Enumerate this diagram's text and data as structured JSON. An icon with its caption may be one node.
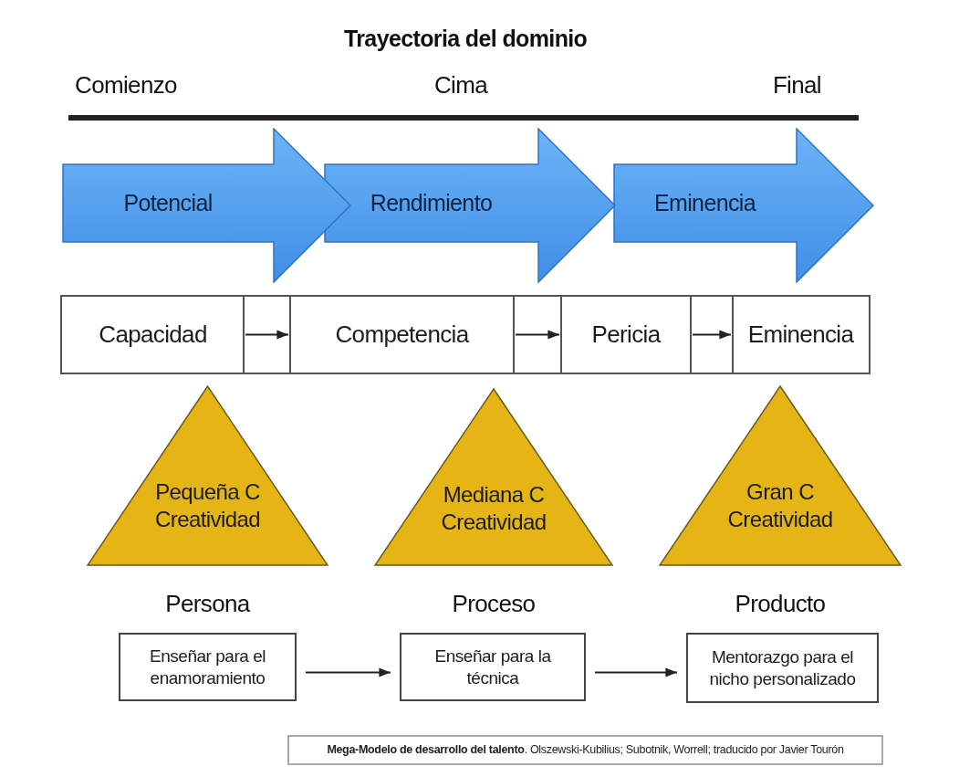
{
  "diagram": {
    "title": "Trayectoria del dominio",
    "caption": "**Mega-Modelo de desarrollo del talento**. Olszewski-Kubilius; Subotnik, Worrell; traducido por Javier Tourón",
    "nodes": [
      {
        "text": [
          "Potencial"
        ]
      },
      {
        "text": [
          "Rendimiento"
        ]
      },
      {
        "text": [
          "Eminencia"
        ]
      },
      {
        "text": [
          "Capacidad"
        ]
      },
      {
        "text": [
          "Competencia"
        ]
      },
      {
        "text": [
          "Pericia"
        ]
      },
      {
        "text": [
          "Eminencia"
        ]
      },
      {
        "text": [
          "Pequeña C Creatividad"
        ],
        "beside": [
          "Persona"
        ]
      },
      {
        "text": [
          "Mediana C Creatividad"
        ],
        "beside": [
          "Proceso"
        ]
      },
      {
        "text": [
          "Gran C Creatividad"
        ],
        "beside": [
          "Producto"
        ]
      },
      {
        "text": [
          "Enseñar para el enamoramiento"
        ]
      },
      {
        "text": [
          "Enseñar para la técnica"
        ]
      },
      {
        "text": [
          "Mentorazgo para el nicho personalizado"
        ]
      }
    ],
    "edges": [
      {
        "from": 3,
        "to": 4,
        "arrow": "to"
      },
      {
        "from": 4,
        "to": 5,
        "arrow": "to"
      },
      {
        "from": 5,
        "to": 6,
        "arrow": "to"
      },
      {
        "from": 10,
        "to": 11,
        "arrow": "to"
      },
      {
        "from": 11,
        "to": 12,
        "arrow": "to"
      }
    ],
    "labels": [
      "Comienzo",
      "Cima",
      "Final"
    ]
  }
}
